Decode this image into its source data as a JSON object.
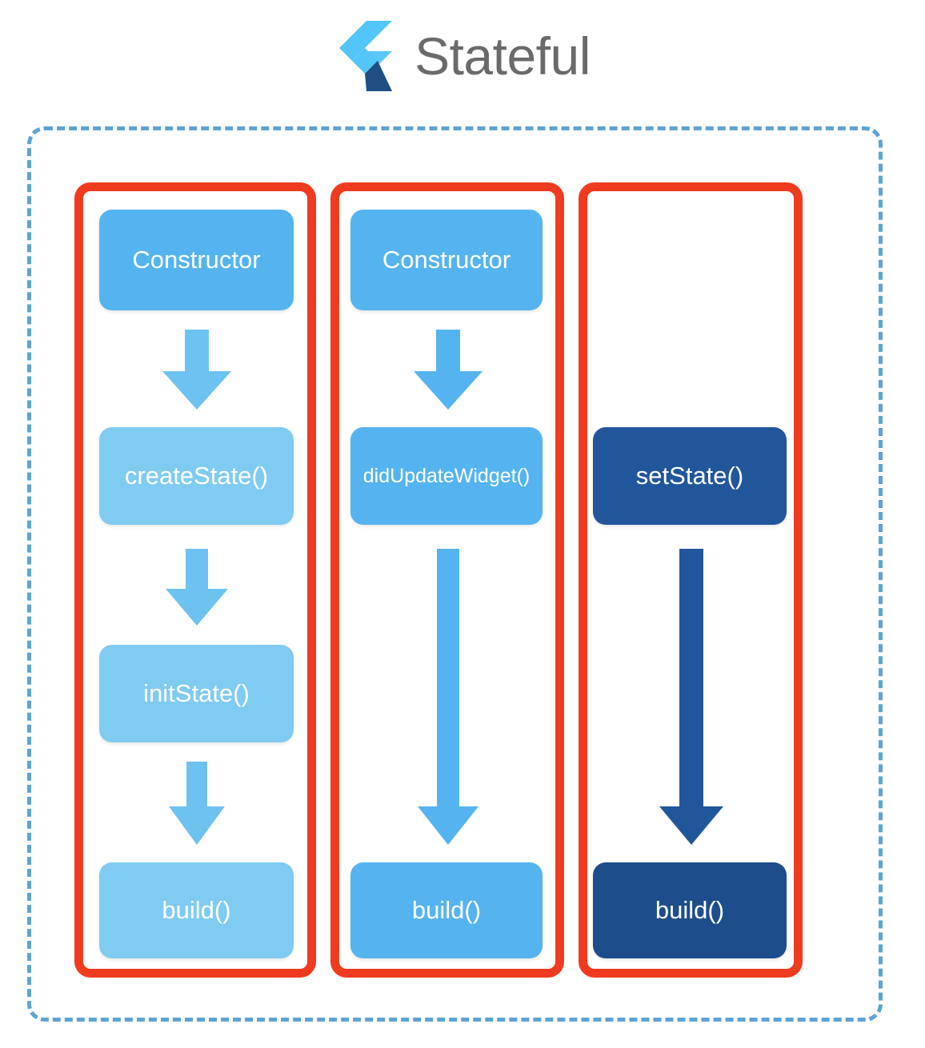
{
  "header": {
    "title": "Stateful",
    "logo_icon": "flutter-logo-icon",
    "title_color": "#6a6a6a"
  },
  "colors": {
    "accent_red": "#ef3b1f",
    "dashed_border_blue": "#5da4d4",
    "node_lightest_blue": "#7fcbf2",
    "node_light_blue": "#55b4ef",
    "node_dark_blue": "#22569b",
    "node_darker_blue": "#1e4d8c",
    "background": "#ffffff"
  },
  "diagram": {
    "type": "flowchart",
    "outer_container": {
      "style": "dashed",
      "label": ""
    },
    "columns": [
      {
        "id": "initial-build",
        "name": "initial-build-phase",
        "highlight": "#ef3b1f",
        "nodes": [
          {
            "label": "Constructor",
            "shade": "light"
          },
          {
            "label": "createState()",
            "shade": "lightest"
          },
          {
            "label": "initState()",
            "shade": "lightest"
          },
          {
            "label": "build()",
            "shade": "lightest"
          }
        ],
        "arrows": [
          {
            "from": "Constructor",
            "to": "createState()",
            "shade": "light",
            "kind": "short"
          },
          {
            "from": "createState()",
            "to": "initState()",
            "shade": "light",
            "kind": "short"
          },
          {
            "from": "initState()",
            "to": "build()",
            "shade": "light",
            "kind": "short"
          }
        ]
      },
      {
        "id": "widget-update",
        "name": "widget-update-phase",
        "highlight": "#ef3b1f",
        "nodes": [
          {
            "label": "Constructor",
            "shade": "light"
          },
          {
            "label": "didUpdateWidget()",
            "shade": "light"
          },
          {
            "label": "build()",
            "shade": "light"
          }
        ],
        "arrows": [
          {
            "from": "Constructor",
            "to": "didUpdateWidget()",
            "shade": "light",
            "kind": "short"
          },
          {
            "from": "didUpdateWidget()",
            "to": "build()",
            "shade": "light",
            "kind": "long"
          }
        ]
      },
      {
        "id": "set-state",
        "name": "set-state-phase",
        "highlight": "#ef3b1f",
        "nodes": [
          {
            "label": "setState()",
            "shade": "dark"
          },
          {
            "label": "build()",
            "shade": "darker"
          }
        ],
        "arrows": [
          {
            "from": "setState()",
            "to": "build()",
            "shade": "dark",
            "kind": "long"
          }
        ]
      }
    ]
  },
  "nodes": {
    "constructor_1": "Constructor",
    "create_state": "createState()",
    "init_state": "initState()",
    "build_1": "build()",
    "constructor_2": "Constructor",
    "did_update_widget": "didUpdateWidget()",
    "build_2": "build()",
    "set_state": "setState()",
    "build_3": "build()"
  }
}
